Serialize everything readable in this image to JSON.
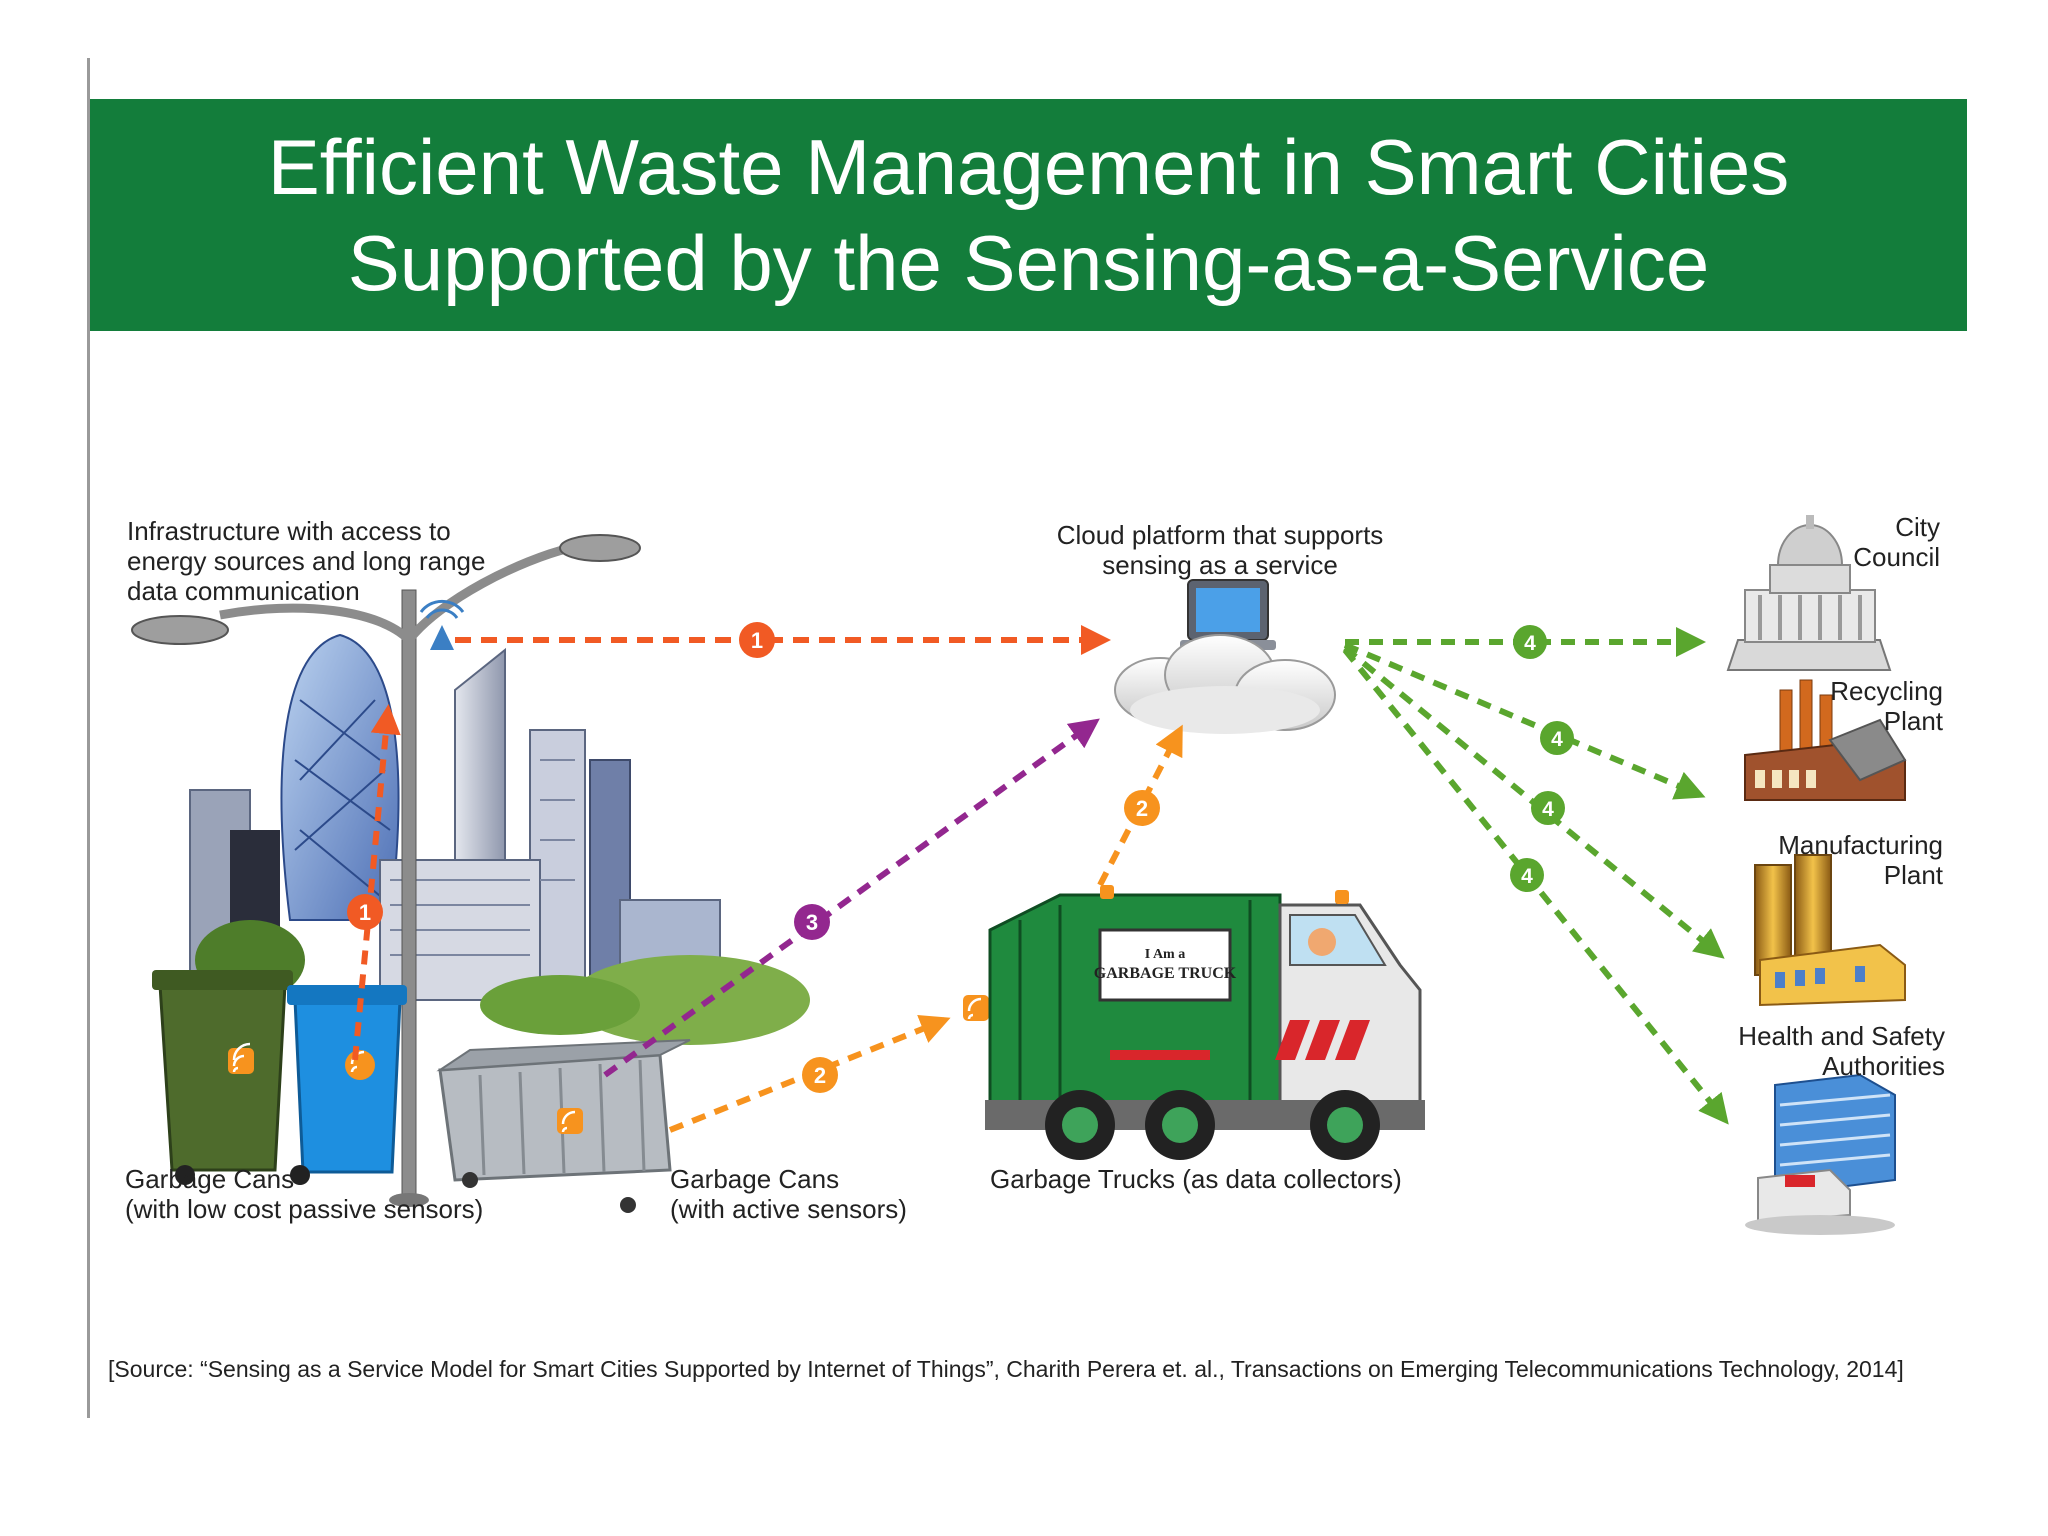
{
  "title": {
    "line1": "Efficient Waste Management in Smart Cities",
    "line2": "Supported by the Sensing-as-a-Service"
  },
  "labels": {
    "infrastructure": [
      "Infrastructure with access to",
      "energy sources and long range",
      "data communication"
    ],
    "cloud": [
      "Cloud platform that supports",
      "sensing as a service"
    ],
    "cans_passive": [
      "Garbage Cans",
      "(with low cost passive sensors)"
    ],
    "cans_active": [
      "Garbage Cans",
      "(with active sensors)"
    ],
    "trucks": "Garbage Trucks (as data collectors)",
    "city_council": [
      "City",
      "Council"
    ],
    "recycling": [
      "Recycling",
      "Plant"
    ],
    "manufacturing": [
      "Manufacturing",
      "Plant"
    ],
    "health": [
      "Health and Safety",
      "Authorities"
    ],
    "truck_sign": [
      "I Am a",
      "GARBAGE TRUCK"
    ]
  },
  "steps": {
    "s1": "1",
    "s2": "2",
    "s3": "3",
    "s4": "4"
  },
  "source": "[Source: “Sensing as a Service Model for Smart Cities Supported by Internet of Things”, Charith Perera et. al., Transactions on Emerging Telecommunications Technology, 2014]",
  "colors": {
    "banner": "#137d3b",
    "step1": "#f15a24",
    "step2": "#f7931e",
    "step3": "#93278f",
    "step4": "#5aa62e"
  },
  "icons": [
    "street-lamp-icon",
    "wireless-antenna-icon",
    "city-skyline-icon",
    "cloud-computer-icon",
    "garbage-truck-icon",
    "green-bin-icon",
    "blue-bin-icon",
    "dumpster-icon",
    "capitol-building-icon",
    "factory-icon",
    "industrial-tanks-icon",
    "hospital-icon"
  ]
}
